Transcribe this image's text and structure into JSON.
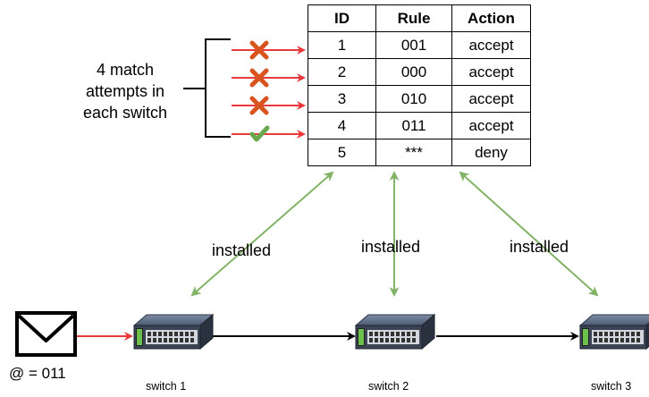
{
  "table": {
    "headers": [
      "ID",
      "Rule",
      "Action"
    ],
    "rows": [
      {
        "id": "1",
        "rule": "001",
        "action": "accept",
        "result": "fail"
      },
      {
        "id": "2",
        "rule": "000",
        "action": "accept",
        "result": "fail"
      },
      {
        "id": "3",
        "rule": "010",
        "action": "accept",
        "result": "fail"
      },
      {
        "id": "4",
        "rule": "011",
        "action": "accept",
        "result": "match"
      },
      {
        "id": "5",
        "rule": "***",
        "action": "deny"
      }
    ]
  },
  "attempts_label": [
    "4 match",
    "attempts in",
    "each switch"
  ],
  "packet": {
    "address_label": "@ = 011",
    "icon": "envelope-icon"
  },
  "switches": [
    {
      "label": "switch 1",
      "install_label": "installed"
    },
    {
      "label": "switch 2",
      "install_label": "installed"
    },
    {
      "label": "switch 3",
      "install_label": "installed"
    }
  ],
  "colors": {
    "attempt_arrow": "#e8393b",
    "fail_mark": "#d9531e",
    "match_mark": "#6aa84f",
    "install_arrow": "#82b366",
    "forward_arrow": "#000000",
    "packet_arrow": "#e8393b"
  }
}
